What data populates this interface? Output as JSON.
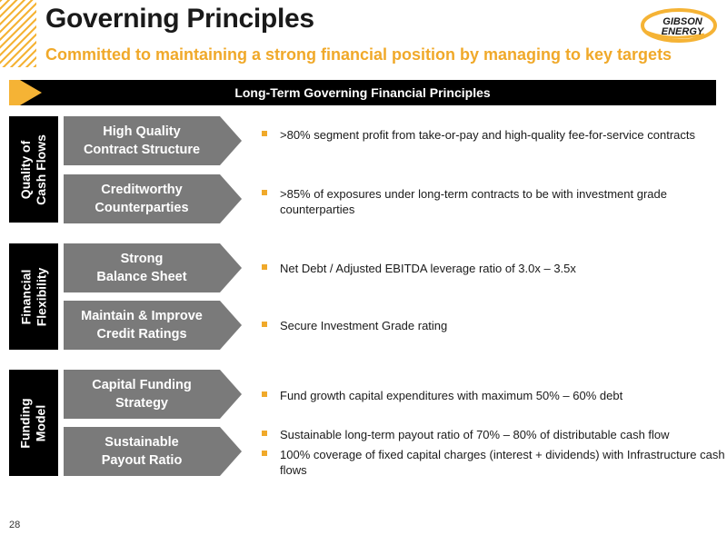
{
  "header": {
    "title": "Governing Principles",
    "subtitle": "Committed to maintaining a strong financial position by managing to key targets",
    "logo_text": [
      "GIBSON",
      "ENERGY"
    ]
  },
  "banner": {
    "title": "Long-Term Governing Financial Principles"
  },
  "groups": [
    {
      "label": "Quality of\nCash Flows",
      "rows": [
        {
          "pill": "High Quality\nContract Structure",
          "bullets": [
            ">80% segment profit from take-or-pay and high-quality fee-for-service contracts"
          ]
        },
        {
          "pill": "Creditworthy\nCounterparties",
          "bullets": [
            ">85% of exposures under long-term contracts to be with investment grade counterparties"
          ]
        }
      ]
    },
    {
      "label": "Financial\nFlexibility",
      "rows": [
        {
          "pill": "Strong\nBalance Sheet",
          "bullets": [
            "Net Debt / Adjusted EBITDA leverage ratio of 3.0x – 3.5x"
          ]
        },
        {
          "pill": "Maintain & Improve\nCredit Ratings",
          "bullets": [
            "Secure Investment Grade rating"
          ]
        }
      ]
    },
    {
      "label": "Funding\nModel",
      "rows": [
        {
          "pill": "Capital Funding\nStrategy",
          "bullets": [
            "Fund growth capital expenditures with maximum 50% – 60% debt"
          ]
        },
        {
          "pill": "Sustainable\nPayout Ratio",
          "bullets": [
            "Sustainable long-term payout ratio of 70% – 80% of distributable cash flow",
            "100% coverage of fixed capital charges (interest + dividends) with Infrastructure cash flows"
          ]
        }
      ]
    }
  ],
  "footer": {
    "page_number": "28"
  },
  "colors": {
    "accent": "#f0a92a",
    "pill": "#7a7a7a",
    "dark": "#000000"
  }
}
